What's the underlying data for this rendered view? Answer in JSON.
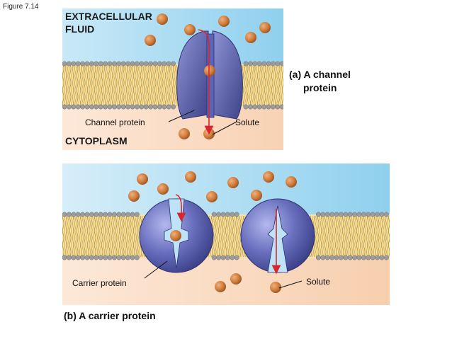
{
  "figure_label": "Figure 7.14",
  "panel_a": {
    "extracellular_label": "EXTRACELLULAR FLUID",
    "extracellular_line1": "EXTRACELLULAR",
    "extracellular_line2": "FLUID",
    "cytoplasm_label": "CYTOPLASM",
    "channel_protein_label": "Channel protein",
    "solute_label": "Solute",
    "caption_line1": "(a) A channel",
    "caption_line2": "protein"
  },
  "panel_b": {
    "carrier_protein_label": "Carrier protein",
    "solute_label": "Solute",
    "caption": "(b) A carrier protein"
  },
  "colors": {
    "extracellular": "#9fd6ef",
    "cytoplasm": "#fbdcc4",
    "lipid_head": "#9a9a9a",
    "lipid_tail": "#d9b24a",
    "protein": "#5b5fa6",
    "solute": "#c87a3a",
    "arrow": "#d8262e"
  }
}
